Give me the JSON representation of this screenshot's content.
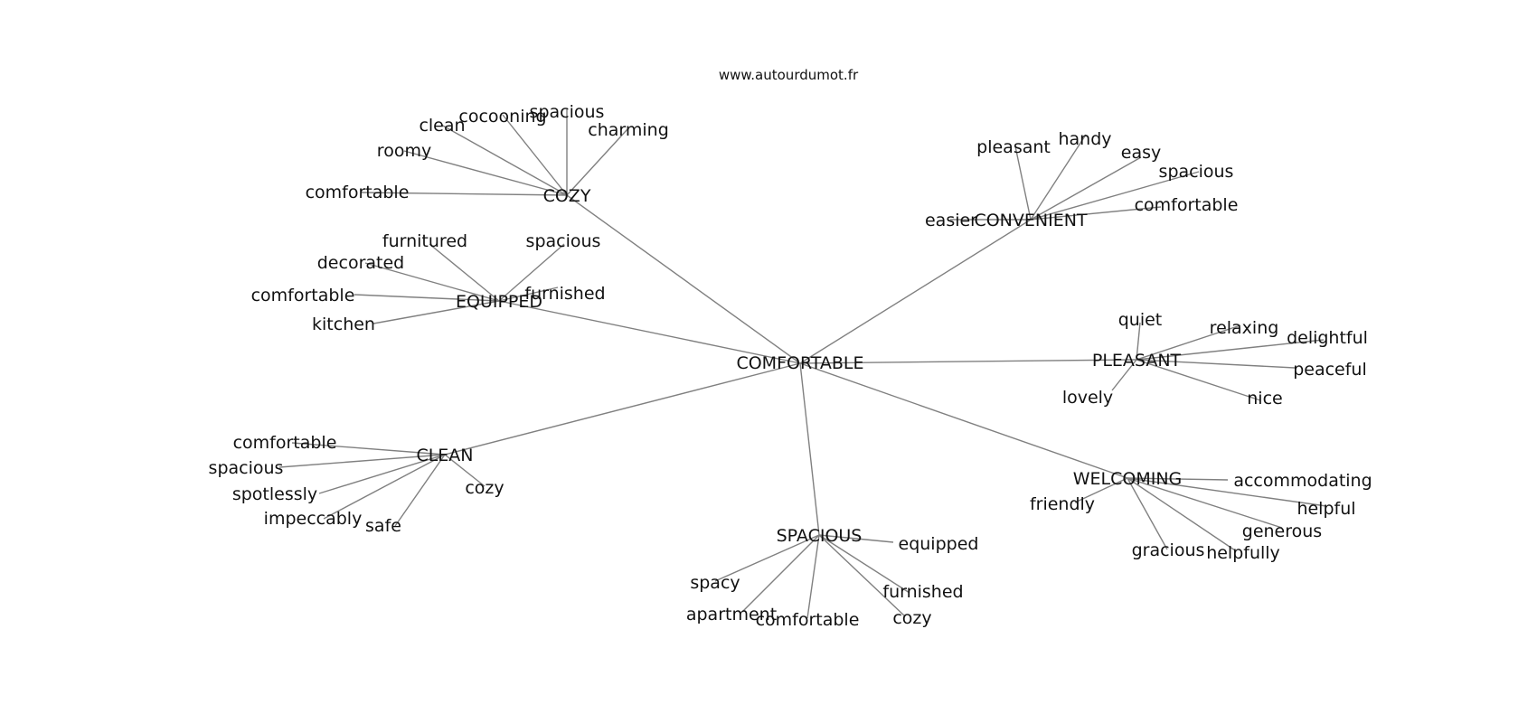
{
  "source_credit": "www.autourdumot.fr",
  "colors": {
    "edge": "#808080",
    "text": "#111111",
    "background": "#ffffff"
  },
  "graph": {
    "root": "COMFORTABLE",
    "clusters": [
      {
        "label": "COZY",
        "words": [
          "comfortable",
          "roomy",
          "clean",
          "cocooning",
          "spacious",
          "charming"
        ]
      },
      {
        "label": "EQUIPPED",
        "words": [
          "comfortable",
          "decorated",
          "furnitured",
          "spacious",
          "kitchen",
          "furnished"
        ]
      },
      {
        "label": "CONVENIENT",
        "words": [
          "pleasant",
          "handy",
          "easy",
          "spacious",
          "comfortable",
          "easier"
        ]
      },
      {
        "label": "PLEASANT",
        "words": [
          "quiet",
          "relaxing",
          "delightful",
          "peaceful",
          "nice",
          "lovely"
        ]
      },
      {
        "label": "CLEAN",
        "words": [
          "comfortable",
          "spacious",
          "spotlessly",
          "impeccably",
          "safe",
          "cozy"
        ]
      },
      {
        "label": "SPACIOUS",
        "words": [
          "equipped",
          "spacy",
          "apartment",
          "comfortable",
          "furnished",
          "cozy"
        ]
      },
      {
        "label": "WELCOMING",
        "words": [
          "accommodating",
          "friendly",
          "helpful",
          "generous",
          "gracious",
          "helpfully"
        ]
      }
    ]
  }
}
